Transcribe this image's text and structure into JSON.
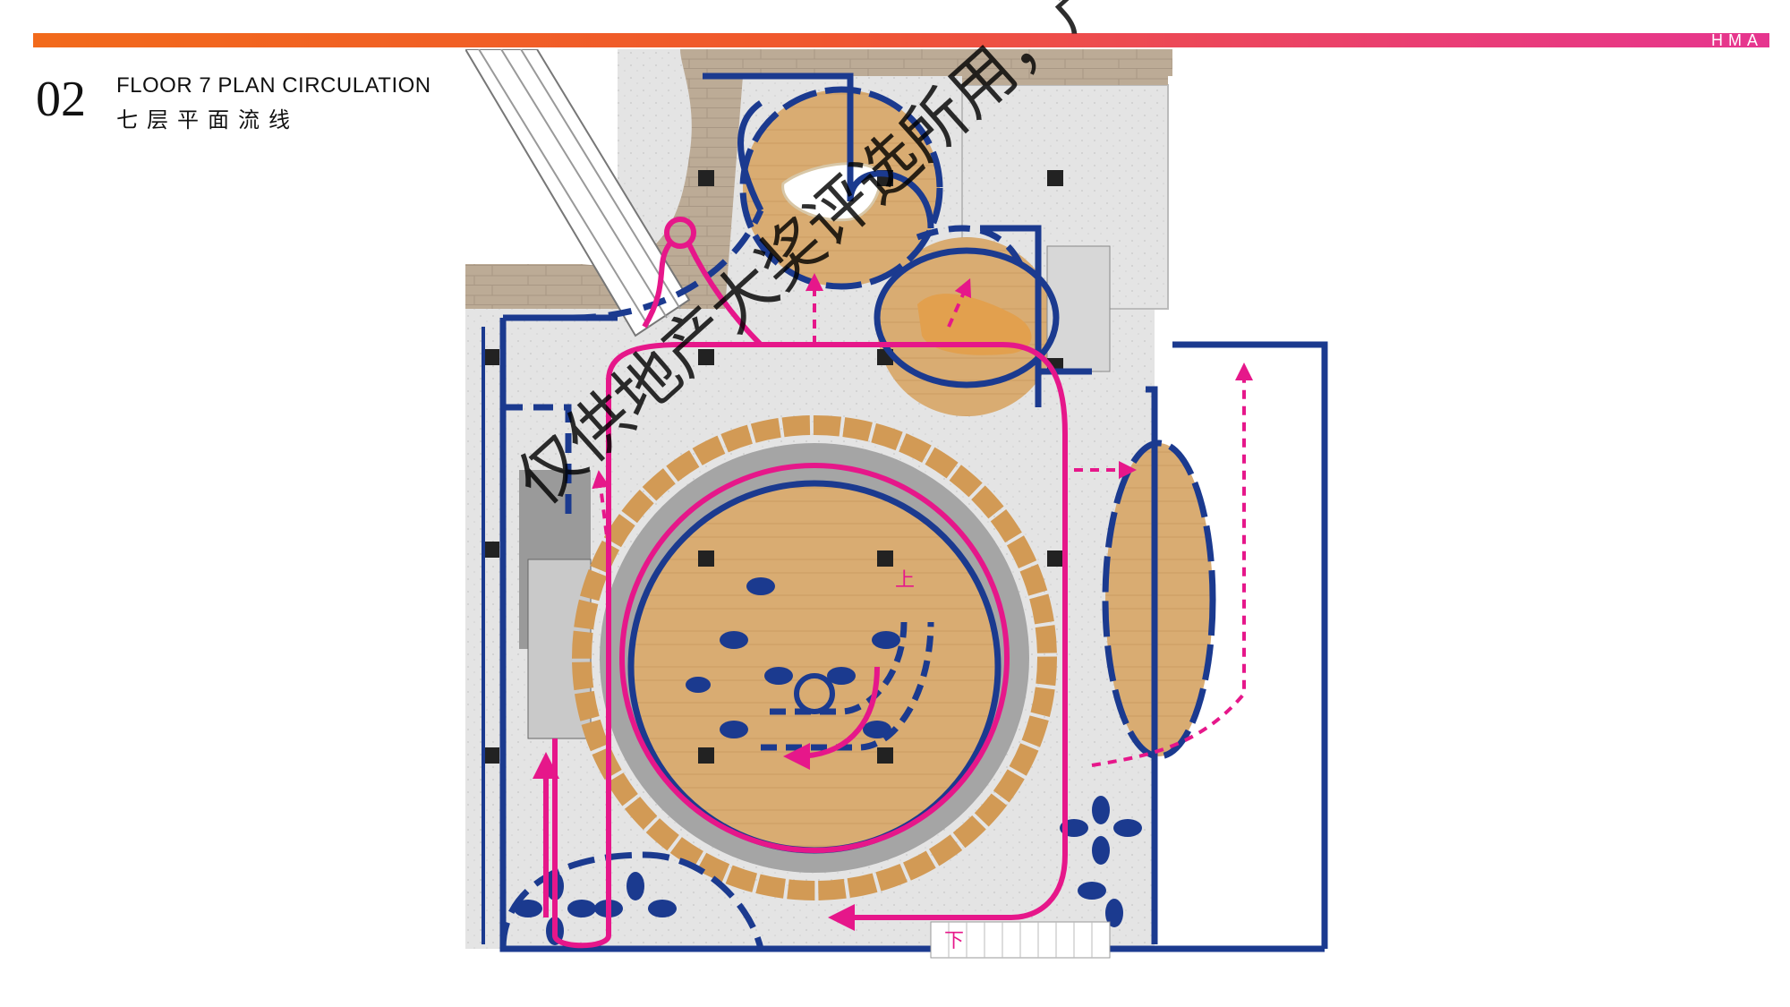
{
  "header": {
    "brand": "HMA",
    "section_number": "02",
    "title_en": "FLOOR 7 PLAN CIRCULATION",
    "title_cn": "七层平面流线"
  },
  "plan": {
    "label_up": "上",
    "label_down": "下",
    "watermark": "仅供地产大奖评选所用，严禁外传"
  },
  "colors": {
    "circulation_primary": "#e6178a",
    "boundary": "#1b3a8f",
    "wood": "#d9ac72",
    "floor": "#e4e4e4",
    "deck": "#bcab96",
    "accent_bar_start": "#f26a1b",
    "accent_bar_end": "#e6358f"
  }
}
